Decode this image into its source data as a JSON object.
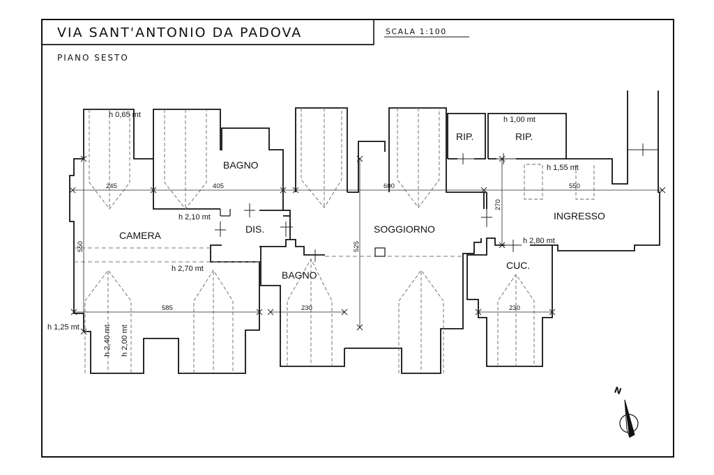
{
  "header": {
    "address": "VIA SANT'ANTONIO DA PADOVA",
    "scale": "SCALA 1:100",
    "floor": "PIANO SESTO"
  },
  "rooms": {
    "camera": "CAMERA",
    "bagno_1": "BAGNO",
    "dis": "DIS.",
    "bagno_2": "BAGNO",
    "soggiorno": "SOGGIORNO",
    "rip_1": "RIP.",
    "rip_2": "RIP.",
    "ingresso": "INGRESSO",
    "cucina": "CUC."
  },
  "heights": {
    "h065": "h 0,65 mt",
    "h210": "h 2,10 mt",
    "h270": "h 2,70 mt",
    "h125": "h 1,25 mt",
    "h240": "h 2,40 mt",
    "h200": "h 2,00 mt",
    "h100": "h 1,00 mt",
    "h155": "h 1,55 mt",
    "h280": "h 2,80 mt"
  },
  "dimensions": {
    "d245": "245",
    "d405": "405",
    "d600": "600",
    "d550_top": "550",
    "d550_left": "550",
    "d525": "525",
    "d270": "270",
    "d585": "585",
    "d230_bagno": "230",
    "d230_cuc": "230"
  },
  "compass": {
    "north_label": "N"
  }
}
